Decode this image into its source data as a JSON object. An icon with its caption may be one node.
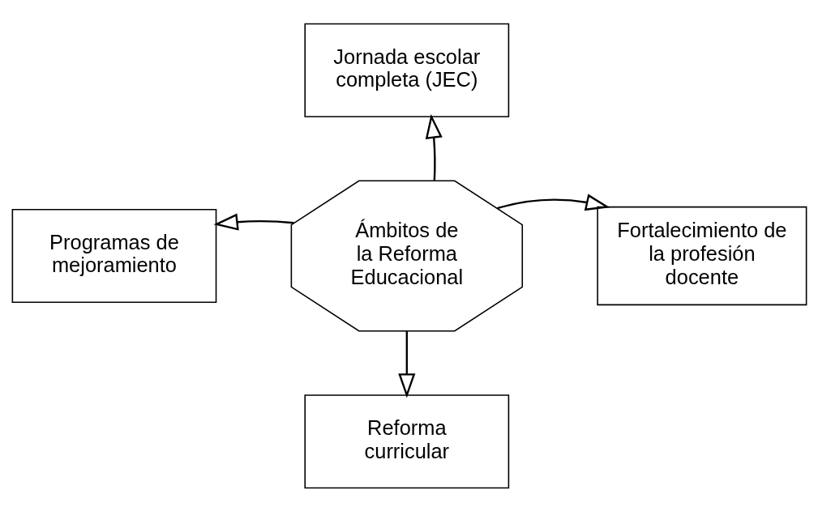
{
  "diagram": {
    "nodes": [
      {
        "text": [
          "Jornada escolar completa (JEC)"
        ]
      },
      {
        "text": [
          "Programas de mejoramiento"
        ]
      },
      {
        "text": [
          "Ámbitos de la Reforma Educacional"
        ]
      },
      {
        "text": [
          "Fortalecimiento de la profesión docente"
        ]
      },
      {
        "text": [
          "Reforma curricular"
        ]
      }
    ],
    "edges": [
      {
        "from": 2,
        "to": 0,
        "arrow": "to"
      },
      {
        "from": 2,
        "to": 1,
        "arrow": "to"
      },
      {
        "from": 2,
        "to": 3,
        "arrow": "to"
      },
      {
        "from": 2,
        "to": 4,
        "arrow": "to"
      }
    ]
  }
}
